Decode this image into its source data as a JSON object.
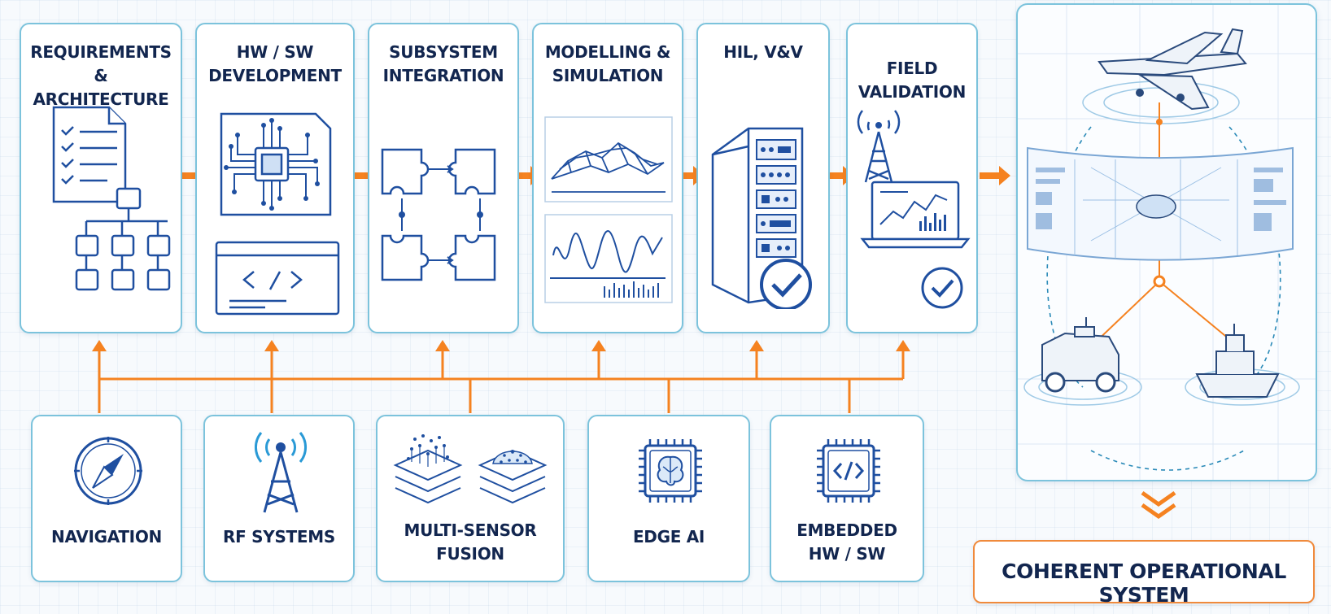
{
  "stages": [
    {
      "id": "requirements",
      "title": "REQUIREMENTS &\nARCHITECTURE"
    },
    {
      "id": "hwsw-dev",
      "title": "HW / SW\nDEVELOPMENT"
    },
    {
      "id": "integration",
      "title": "SUBSYSTEM\nINTEGRATION"
    },
    {
      "id": "modelling",
      "title": "MODELLING &\nSIMULATION"
    },
    {
      "id": "hil",
      "title": "HIL, V&V"
    },
    {
      "id": "field",
      "title": "FIELD\nVALIDATION"
    }
  ],
  "capabilities": [
    {
      "id": "navigation",
      "title": "NAVIGATION"
    },
    {
      "id": "rf",
      "title": "RF SYSTEMS"
    },
    {
      "id": "fusion",
      "title": "MULTI-SENSOR\nFUSION"
    },
    {
      "id": "edge-ai",
      "title": "EDGE AI"
    },
    {
      "id": "embedded",
      "title": "EMBEDDED\nHW / SW"
    }
  ],
  "outcome": {
    "label": "COHERENT OPERATIONAL SYSTEM"
  },
  "colors": {
    "accent": "#f58220",
    "line": "#1f4fa0",
    "navy": "#12264f",
    "border": "#7cc3dc"
  }
}
